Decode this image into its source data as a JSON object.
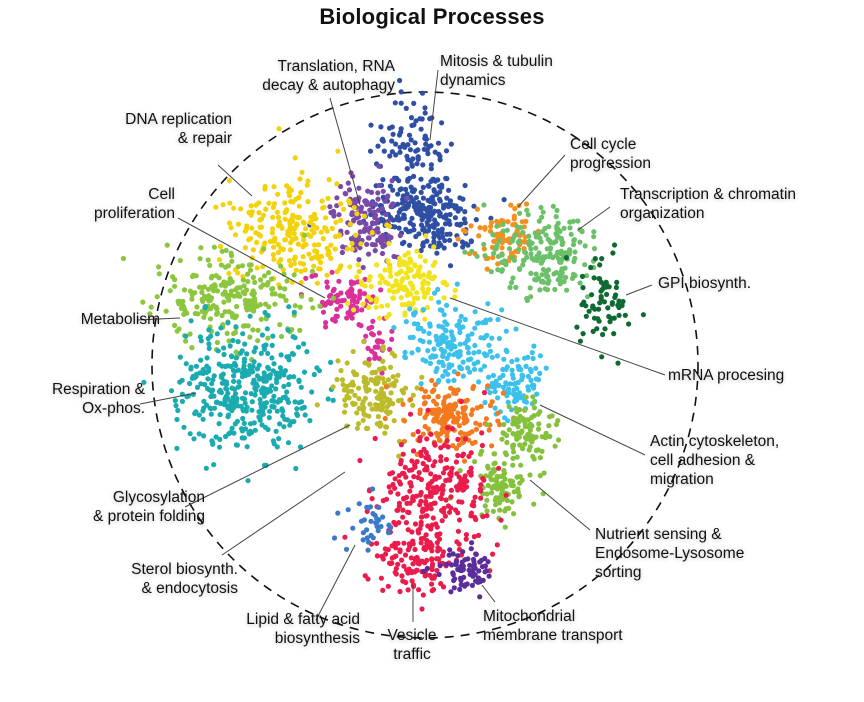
{
  "title": "Biological Processes",
  "clusters": [
    {
      "id": "mitosis",
      "label": [
        "Mitosis & tubulin",
        "dynamics"
      ],
      "color": "#2e4fa3",
      "n": 330
    },
    {
      "id": "translation",
      "label": [
        "Translation, RNA",
        "decay & autophagy"
      ],
      "color": "#7b4aa8",
      "n": 140
    },
    {
      "id": "dna",
      "label": [
        "DNA replication",
        "& repair"
      ],
      "color": "#f4d20a",
      "n": 230
    },
    {
      "id": "proliferation",
      "label": [
        "Cell",
        "proliferation"
      ],
      "color": "#d9309a",
      "n": 110
    },
    {
      "id": "mrna",
      "label": [
        "mRNA procesing"
      ],
      "color": "#f2e41c",
      "n": 140
    },
    {
      "id": "cellcycle",
      "label": [
        "Cell cycle",
        "progression"
      ],
      "color": "#f5901e",
      "n": 80
    },
    {
      "id": "transcription",
      "label": [
        "Transcription & chromatin",
        "organization"
      ],
      "color": "#6cc06a",
      "n": 200
    },
    {
      "id": "gpi",
      "label": [
        "GPI biosynth."
      ],
      "color": "#0f6a32",
      "n": 70
    },
    {
      "id": "metabolism",
      "label": [
        "Metabolism"
      ],
      "color": "#8cc63e",
      "n": 240
    },
    {
      "id": "respiration",
      "label": [
        "Respiration &",
        "Ox-phos."
      ],
      "color": "#1aabb0",
      "n": 380
    },
    {
      "id": "actin",
      "label": [
        "Actin cytoskeleton,",
        "cell adhesion &",
        "migration"
      ],
      "color": "#3cc0ec",
      "n": 260
    },
    {
      "id": "glyco",
      "label": [
        "Glycosylation",
        "& protein folding"
      ],
      "color": "#bcbb2a",
      "n": 150
    },
    {
      "id": "sterol",
      "label": [
        "Sterol biosynth.",
        "& endocytosis"
      ],
      "color": "#f47a20",
      "n": 170
    },
    {
      "id": "nutrient",
      "label": [
        "Nutrient sensing &",
        "Endosome-Lysosome",
        "sorting"
      ],
      "color": "#85c13c",
      "n": 200
    },
    {
      "id": "vesicle",
      "label": [
        "Vesicle",
        "traffic"
      ],
      "color": "#ea1c4c",
      "n": 380
    },
    {
      "id": "lipid",
      "label": [
        "Lipid & fatty acid",
        "biosynthesis"
      ],
      "color": "#3a7ac8",
      "n": 35
    },
    {
      "id": "mito",
      "label": [
        "Mitochondrial",
        "membrane transport"
      ],
      "color": "#5b2d9a",
      "n": 75
    }
  ],
  "outline": {
    "style": "dashed",
    "color": "#111111"
  },
  "leader_color": "#444444"
}
